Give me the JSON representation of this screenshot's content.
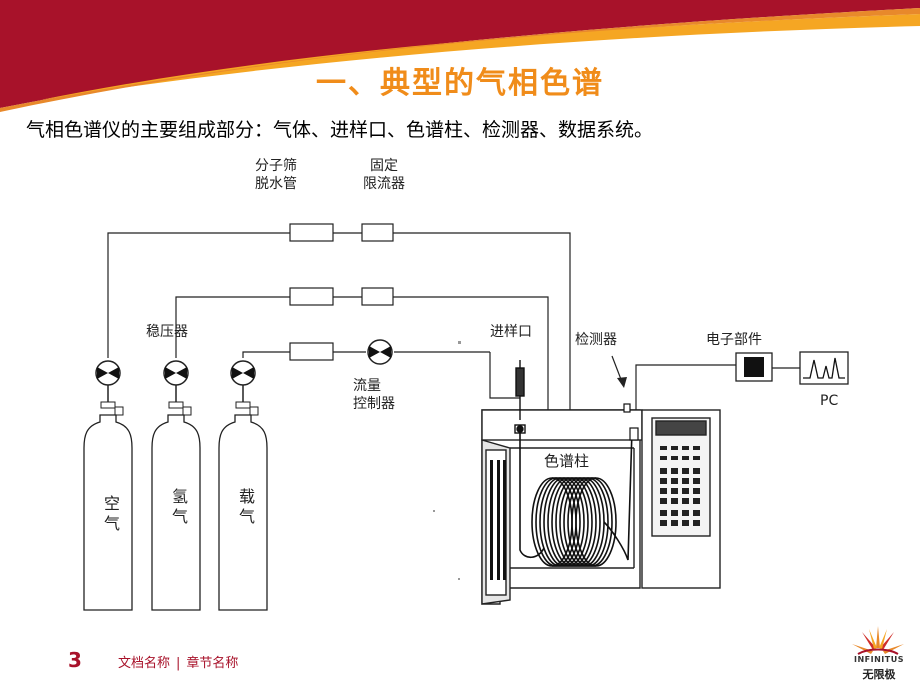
{
  "slide": {
    "title": "一、典型的气相色谱",
    "subtitle": "气相色谱仪的主要组成部分：气体、进样口、色谱柱、检测器、数据系统。"
  },
  "diagram": {
    "labels": {
      "molecular_sieve": [
        "分子筛",
        "脱水管"
      ],
      "fixed_restrictor": [
        "固定",
        "限流器"
      ],
      "regulator": "稳压器",
      "flow_controller": [
        "流量",
        "控制器"
      ],
      "injector": "进样口",
      "detector": "检测器",
      "electronics": "电子部件",
      "pc": "PC",
      "column": "色谱柱"
    },
    "cylinders": [
      "空气",
      "氢气",
      "载气"
    ]
  },
  "footer": {
    "page_number": "3",
    "doc_name": "文档名称",
    "separator": "|",
    "chapter_name": "章节名称"
  },
  "logo": {
    "brand_en": "INFINITUS",
    "brand_cn": "无限极"
  },
  "colors": {
    "banner_red": "#a8122a",
    "banner_orange": "#f5a623",
    "title_orange": "#f08c1a",
    "footer_red": "#a8122a"
  }
}
